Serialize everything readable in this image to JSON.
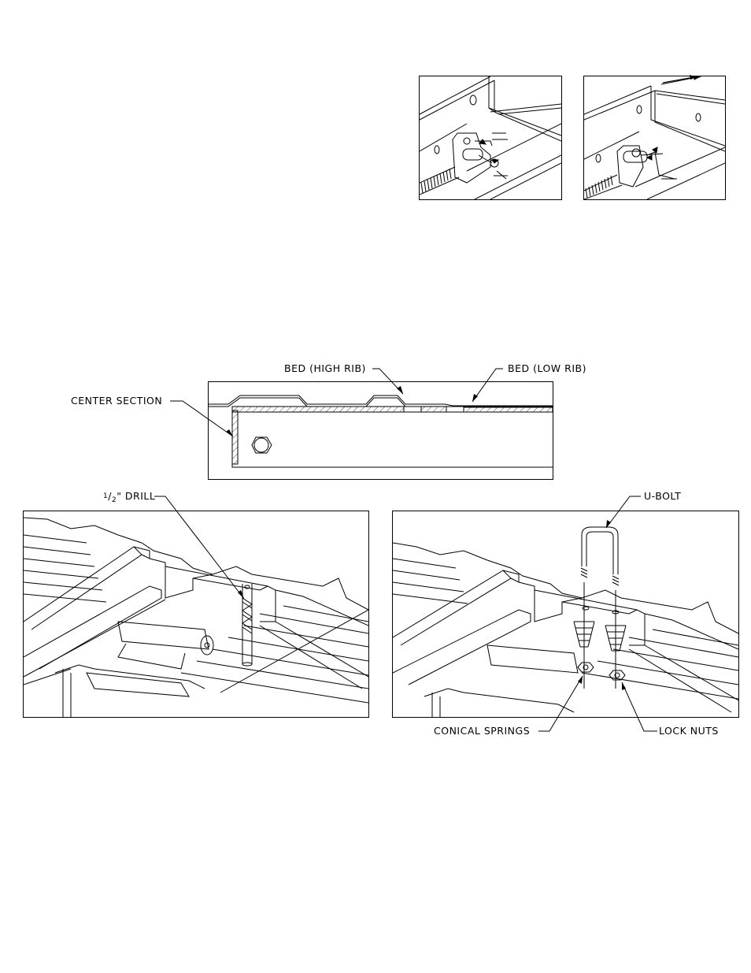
{
  "labels": {
    "bed_high_rib": "BED (HIGH RIB)",
    "bed_low_rib": "BED (LOW RIB)",
    "center_section": "CENTER SECTION",
    "drill_num": "1",
    "drill_den": "2",
    "drill_text": "\" DRILL",
    "u_bolt": "U-BOLT",
    "conical_springs": "CONICAL SPRINGS",
    "lock_nuts": "LOCK NUTS"
  }
}
